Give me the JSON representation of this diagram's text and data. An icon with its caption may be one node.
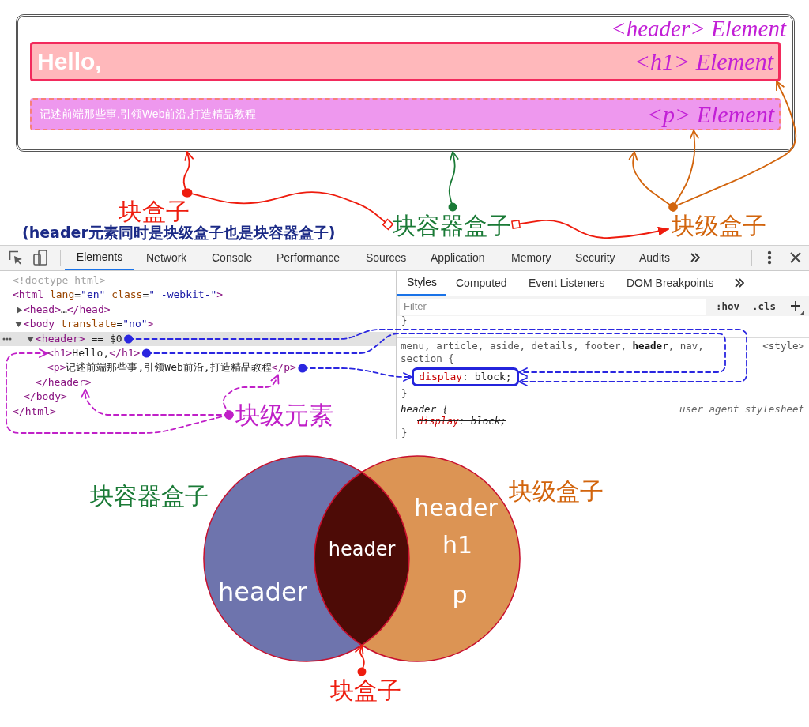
{
  "diagram": {
    "nodes": [
      {
        "text": [
          "<header> Element"
        ]
      },
      {
        "text": [
          "Hello,",
          "<h1> Element"
        ],
        "in": 0
      },
      {
        "text": [
          "记述前端那些事,引领Web前沿,打造精品教程",
          "<p> Element"
        ],
        "in": 0
      },
      {
        "text": [
          "块盒子"
        ]
      },
      {
        "text": [
          "块容器盒子"
        ]
      },
      {
        "text": [
          "块级盒子"
        ]
      },
      {
        "text": [
          "<header> == $0"
        ]
      },
      {
        "text": [
          "<h1>Hello,</h1>"
        ]
      },
      {
        "text": [
          "<p>记述前端那些事,引领Web前沿,打造精品教程</p>"
        ]
      },
      {
        "text": [
          "</header>"
        ]
      },
      {
        "text": [
          "块级元素"
        ]
      },
      {
        "text": [
          "display: block;"
        ]
      },
      {
        "text": [
          "header"
        ],
        "beside": [
          "块容器盒子"
        ]
      },
      {
        "text": [
          "header"
        ]
      },
      {
        "text": [
          "header",
          "h1",
          "p"
        ],
        "beside": [
          "块级盒子"
        ]
      },
      {
        "text": [
          "块盒子"
        ]
      }
    ],
    "edges": [
      {
        "from": 3,
        "to": 0,
        "arrow": "to",
        "color": "#ee1c0e"
      },
      {
        "from": 4,
        "to": 0,
        "arrow": "to",
        "color": "#1a7a36"
      },
      {
        "from": 5,
        "to": 0,
        "arrow": "to",
        "color": "#d2640c"
      },
      {
        "from": 5,
        "to": 2,
        "arrow": "to",
        "color": "#d2640c"
      },
      {
        "from": 5,
        "to": 1,
        "arrow": "to",
        "color": "#d2640c"
      },
      {
        "from": 3,
        "to": 4,
        "arrow": "other",
        "color": "#ee1c0e"
      },
      {
        "from": 4,
        "to": 5,
        "arrow": "to",
        "color": "#ee1c0e"
      },
      {
        "from": 6,
        "to": 11,
        "arrow": "to",
        "style": "dashed",
        "color": "#2a26e0"
      },
      {
        "from": 7,
        "to": 11,
        "arrow": "to",
        "style": "dashed",
        "color": "#2a26e0"
      },
      {
        "from": 8,
        "to": 11,
        "arrow": "to",
        "style": "dashed",
        "color": "#2a26e0"
      },
      {
        "from": 10,
        "to": 7,
        "arrow": "to",
        "style": "dashed",
        "color": "#c020c8"
      },
      {
        "from": 10,
        "to": 9,
        "arrow": "to",
        "style": "dashed",
        "color": "#c020c8"
      },
      {
        "from": 10,
        "to": 8,
        "arrow": "to",
        "style": "dashed",
        "color": "#c020c8"
      },
      {
        "from": 15,
        "to": 13,
        "arrow": "to",
        "color": "#ee1c0e"
      }
    ],
    "labels": [
      "(header元素同时是块级盒子也是块容器盒子)",
      "Elements",
      "Network",
      "Console",
      "Performance",
      "Sources",
      "Application",
      "Memory",
      "Security",
      "Audits",
      "<!doctype html>",
      "<html lang=\"en\" class=\" -webkit-\">",
      "<head>…</head>",
      "<body translate=\"no\">",
      "</body>",
      "</html>",
      "Styles",
      "Computed",
      "Event Listeners",
      "DOM Breakpoints",
      "Filter",
      ":hov",
      ".cls",
      "}",
      "menu, article, aside, details, footer, **header**, nav, section {",
      "<style>",
      "}",
      "header {",
      "user agent stylesheet",
      "display: block;",
      "}"
    ]
  }
}
